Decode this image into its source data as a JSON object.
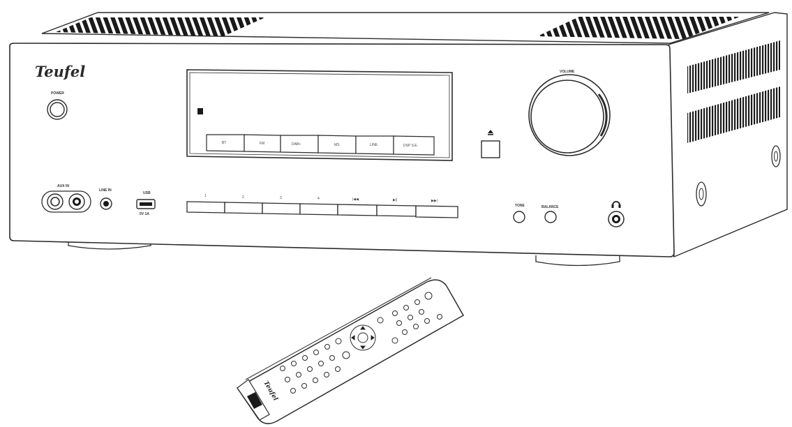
{
  "brand": {
    "logo_text": "Teufel",
    "remote_logo_text": "Teufel"
  },
  "labels": {
    "power": "POWER",
    "aux_in": "AUX IN",
    "line_in": "LINE IN",
    "usb": "USB",
    "usb_sub": "5V 1A",
    "volume": "VOLUME",
    "tone": "TONE",
    "balance": "BALANCE"
  },
  "source_buttons": [
    "BT",
    "FM",
    "DAB+",
    "MS",
    "LINE",
    "DSP S.E."
  ],
  "preset_buttons": [
    "1",
    "2",
    "3",
    "4",
    "|◀◀",
    "▶||",
    "▶▶|"
  ],
  "icons": {
    "eject": "eject-icon",
    "headphones": "headphones-icon",
    "display_indicator": "square-indicator-icon"
  },
  "colors": {
    "line": "#2b2b2b",
    "background": "#ffffff",
    "shade": "#1a1a1a"
  }
}
